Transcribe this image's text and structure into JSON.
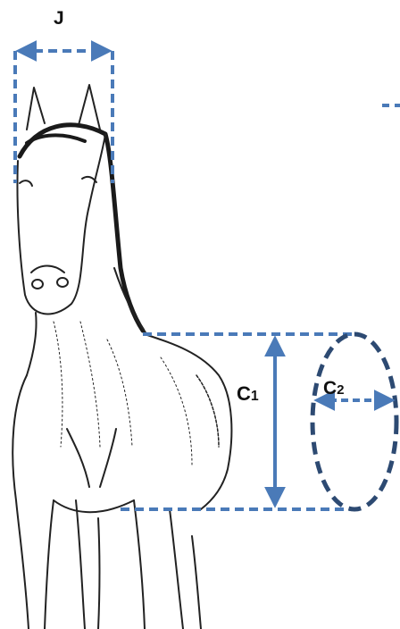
{
  "labels": {
    "width_label": "J",
    "length_label_main": "C",
    "length_label_sub": "1",
    "depth_label_main": "C",
    "depth_label_sub": "2"
  },
  "colors": {
    "dimension_line": "#4a7ab8",
    "ellipse_outline": "#2d4a72",
    "sketch": "#222222",
    "label_text": "#111111"
  },
  "illustration": "horse-front-view-sketch"
}
